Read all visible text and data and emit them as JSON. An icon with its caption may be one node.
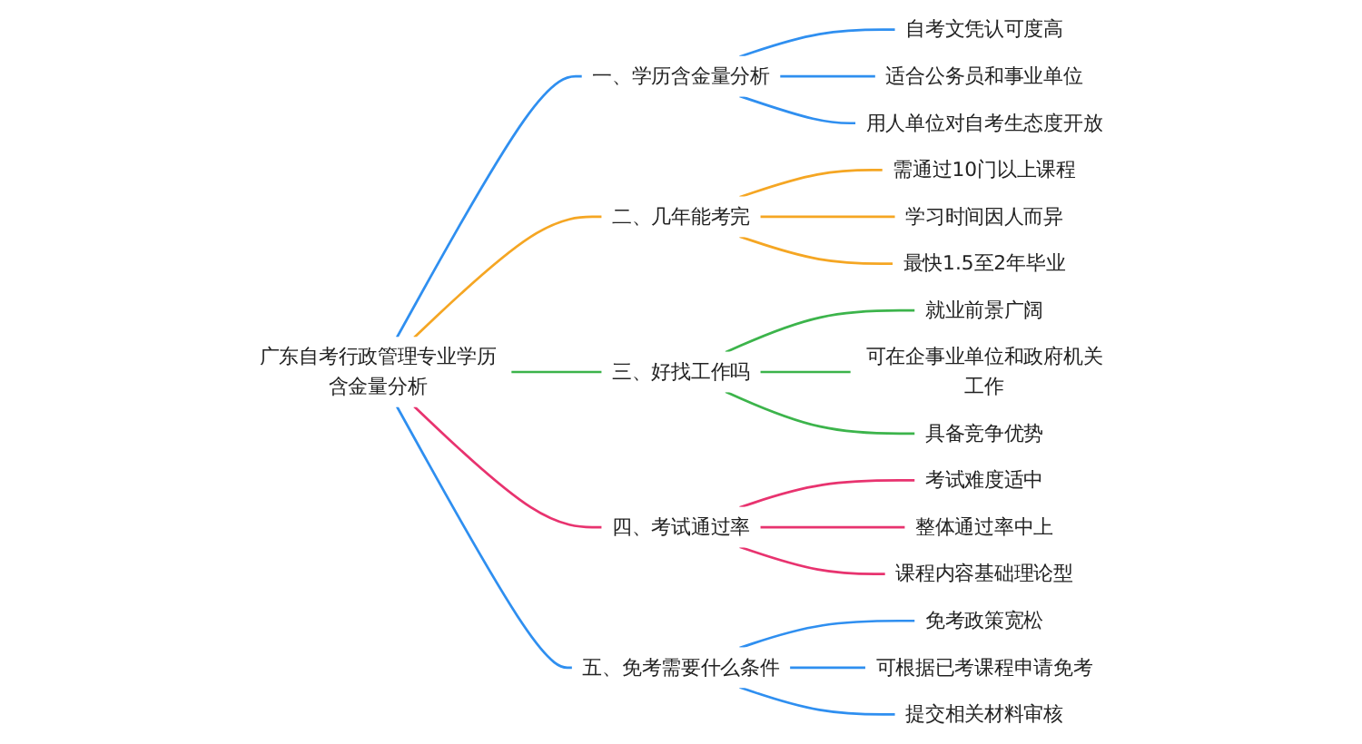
{
  "diagram": {
    "nodes": [
      {
        "text": [
          "广东自考行政管理专业学历含金量分析"
        ]
      },
      {
        "text": [
          "一、学历含金量分析"
        ]
      },
      {
        "text": [
          "自考文凭认可度高"
        ]
      },
      {
        "text": [
          "适合公务员和事业单位"
        ]
      },
      {
        "text": [
          "用人单位对自考生态度开放"
        ]
      },
      {
        "text": [
          "二、几年能考完"
        ]
      },
      {
        "text": [
          "需通过10门以上课程"
        ]
      },
      {
        "text": [
          "学习时间因人而异"
        ]
      },
      {
        "text": [
          "最快1.5至2年毕业"
        ]
      },
      {
        "text": [
          "三、好找工作吗"
        ]
      },
      {
        "text": [
          "就业前景广阔"
        ]
      },
      {
        "text": [
          "可在企事业单位和政府机关工作"
        ]
      },
      {
        "text": [
          "具备竞争优势"
        ]
      },
      {
        "text": [
          "四、考试通过率"
        ]
      },
      {
        "text": [
          "考试难度适中"
        ]
      },
      {
        "text": [
          "整体通过率中上"
        ]
      },
      {
        "text": [
          "课程内容基础理论型"
        ]
      },
      {
        "text": [
          "五、免考需要什么条件"
        ]
      },
      {
        "text": [
          "免考政策宽松"
        ]
      },
      {
        "text": [
          "可根据已考课程申请免考"
        ]
      },
      {
        "text": [
          "提交相关材料审核"
        ]
      }
    ],
    "edges": [
      {
        "from": 0,
        "to": 1,
        "arrow": "none",
        "color": "#2f8ff0"
      },
      {
        "from": 1,
        "to": 2,
        "arrow": "none",
        "color": "#2f8ff0"
      },
      {
        "from": 1,
        "to": 3,
        "arrow": "none",
        "color": "#2f8ff0"
      },
      {
        "from": 1,
        "to": 4,
        "arrow": "none",
        "color": "#2f8ff0"
      },
      {
        "from": 0,
        "to": 5,
        "arrow": "none",
        "color": "#f5a623"
      },
      {
        "from": 5,
        "to": 6,
        "arrow": "none",
        "color": "#f5a623"
      },
      {
        "from": 5,
        "to": 7,
        "arrow": "none",
        "color": "#f5a623"
      },
      {
        "from": 5,
        "to": 8,
        "arrow": "none",
        "color": "#f5a623"
      },
      {
        "from": 0,
        "to": 9,
        "arrow": "none",
        "color": "#3cb44b"
      },
      {
        "from": 9,
        "to": 10,
        "arrow": "none",
        "color": "#3cb44b"
      },
      {
        "from": 9,
        "to": 11,
        "arrow": "none",
        "color": "#3cb44b"
      },
      {
        "from": 9,
        "to": 12,
        "arrow": "none",
        "color": "#3cb44b"
      },
      {
        "from": 0,
        "to": 13,
        "arrow": "none",
        "color": "#e8336f"
      },
      {
        "from": 13,
        "to": 14,
        "arrow": "none",
        "color": "#e8336f"
      },
      {
        "from": 13,
        "to": 15,
        "arrow": "none",
        "color": "#e8336f"
      },
      {
        "from": 13,
        "to": 16,
        "arrow": "none",
        "color": "#e8336f"
      },
      {
        "from": 0,
        "to": 17,
        "arrow": "none",
        "color": "#2f8ff0"
      },
      {
        "from": 17,
        "to": 18,
        "arrow": "none",
        "color": "#2f8ff0"
      },
      {
        "from": 17,
        "to": 19,
        "arrow": "none",
        "color": "#2f8ff0"
      },
      {
        "from": 17,
        "to": 20,
        "arrow": "none",
        "color": "#2f8ff0"
      }
    ]
  }
}
